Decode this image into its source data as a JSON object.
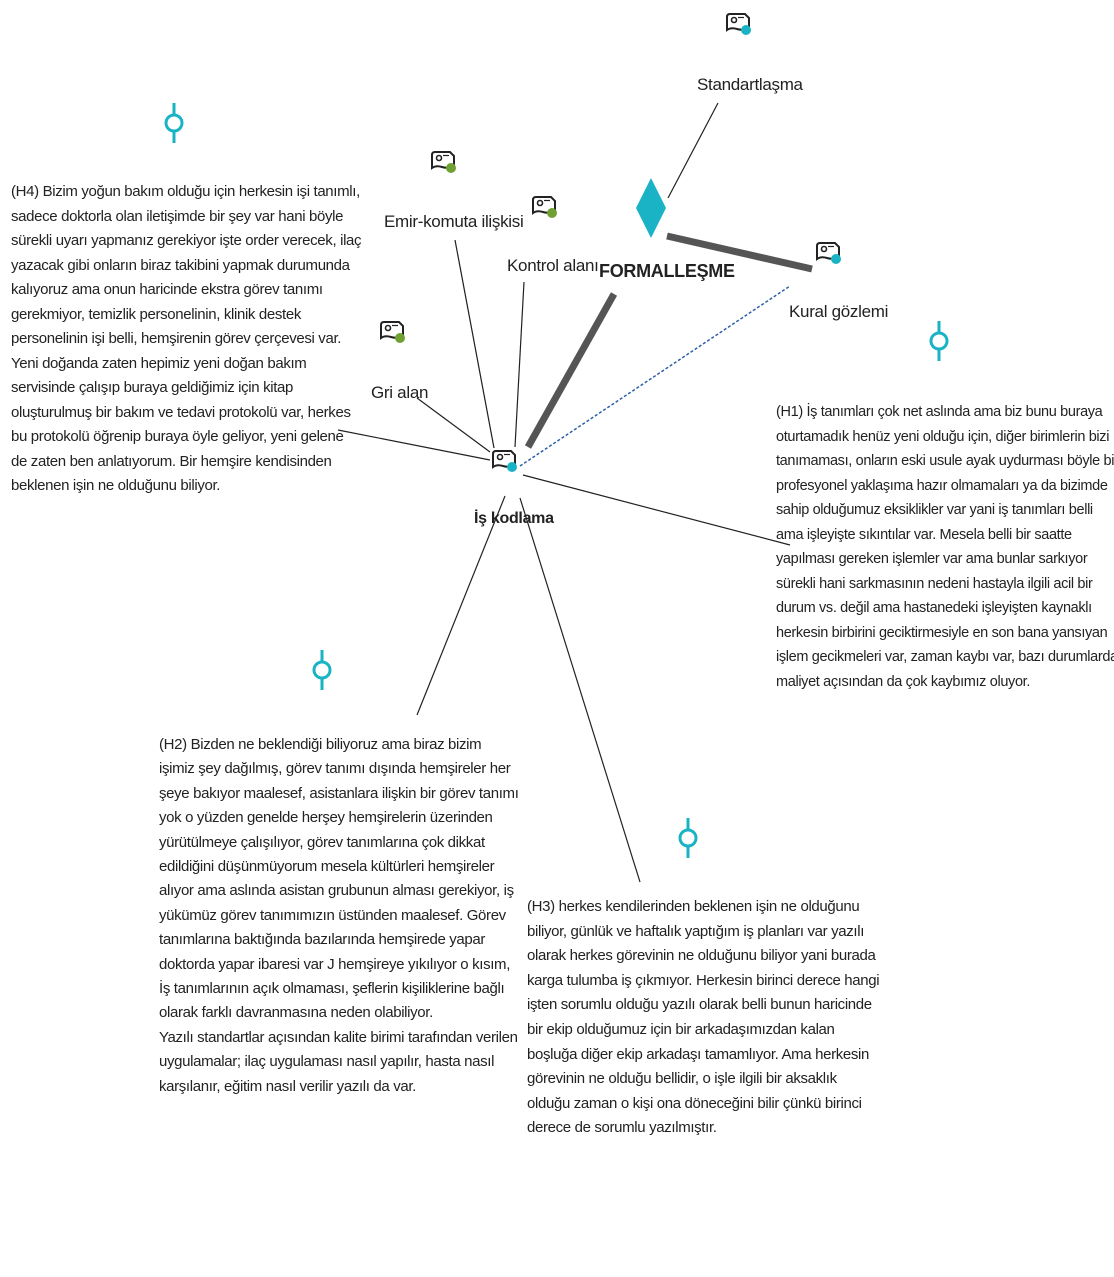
{
  "colors": {
    "concept_green": "#6fa033",
    "concept_teal": "#1ab3c6",
    "diamond": "#1ab3c6",
    "link_dark": "#555555",
    "link_dashed": "#2b5fa8",
    "line": "#222222"
  },
  "nodes": {
    "standartlasma": {
      "label": "Standartlaşma",
      "icon": "code-icon",
      "dot": "teal"
    },
    "emir_komuta": {
      "label": "Emir-komuta ilişkisi",
      "icon": "code-icon",
      "dot": "green"
    },
    "kontrol_alani": {
      "label": "Kontrol alanı",
      "icon": "code-icon",
      "dot": "green"
    },
    "formallesme": {
      "label": "FORMALLEŞME",
      "icon": "diamond-icon"
    },
    "kural_gozlemi": {
      "label": "Kural gözlemi",
      "icon": "code-icon",
      "dot": "teal"
    },
    "gri_alan": {
      "label": "Gri alan",
      "icon": "code-icon",
      "dot": "green"
    },
    "is_kodlama": {
      "label": "İş kodlama",
      "icon": "code-icon",
      "dot": "teal"
    }
  },
  "quotes": {
    "h4": [
      "(H4) Bizim yoğun bakım olduğu için herkesin işi tanımlı,",
      "sadece doktorla olan iletişimde bir şey var hani böyle",
      "sürekli uyarı yapmanız gerekiyor işte order verecek, ilaç",
      "yazacak gibi onların biraz takibini yapmak durumunda",
      "kalıyoruz ama onun haricinde ekstra görev tanımı",
      "gerekmiyor, temizlik personelinin, klinik destek",
      "personelinin işi belli, hemşirenin görev çerçevesi var.",
      "Yeni doğanda zaten hepimiz yeni doğan bakım",
      "servisinde çalışıp buraya geldiğimiz için kitap",
      "oluşturulmuş bir bakım ve tedavi protokolü var, herkes",
      "bu protokolü öğrenip buraya öyle geliyor, yeni gelene",
      "de zaten ben anlatıyorum. Bir hemşire kendisinden",
      "beklenen işin ne olduğunu biliyor."
    ],
    "h1": [
      "(H1) İş tanımları çok net aslında ama biz bunu buraya",
      "oturtamadık henüz yeni olduğu için, diğer birimlerin bizi",
      "tanımaması, onların eski usule ayak uydurması  böyle bir",
      "profesyonel yaklaşıma hazır olmamaları ya da bizimde",
      "sahip olduğumuz eksiklikler var yani iş tanımları belli",
      "ama işleyişte sıkıntılar var. Mesela belli bir saatte",
      "yapılması gereken işlemler var ama bunlar sarkıyor",
      "sürekli hani sarkmasının nedeni hastayla ilgili acil bir",
      "durum vs. değil ama hastanedeki işleyişten kaynaklı",
      "herkesin birbirini geciktirmesiyle en son bana yansıyan",
      "işlem gecikmeleri var, zaman kaybı var, bazı durumlarda",
      "maliyet açısından da çok kaybımız oluyor."
    ],
    "h2": [
      "(H2) Bizden ne beklendiği biliyoruz ama biraz bizim",
      "işimiz şey dağılmış, görev tanımı dışında hemşireler her",
      "şeye bakıyor maalesef, asistanlara ilişkin bir görev tanımı",
      "yok o yüzden genelde herşey hemşirelerin üzerinden",
      "yürütülmeye çalışılıyor, görev tanımlarına çok dikkat",
      "edildiğini düşünmüyorum mesela kültürleri hemşireler",
      "alıyor ama aslında asistan grubunun alması gerekiyor, iş",
      "yükümüz görev tanımımızın üstünden maalesef. Görev",
      "tanımlarına baktığında bazılarında hemşirede yapar",
      "doktorda yapar ibaresi var J hemşireye yıkılıyor o kısım,",
      "İş tanımlarının açık olmaması, şeflerin kişiliklerine bağlı",
      "olarak farklı davranmasına neden olabiliyor.",
      "Yazılı standartlar açısından kalite birimi tarafından verilen",
      "uygulamalar; ilaç uygulaması nasıl yapılır, hasta nasıl",
      "karşılanır, eğitim nasıl verilir yazılı da var."
    ],
    "h3": [
      "(H3) herkes kendilerinden beklenen işin ne olduğunu",
      "biliyor, günlük ve haftalık yaptığım iş planları var yazılı",
      "olarak herkes görevinin ne olduğunu biliyor yani burada",
      "karga tulumba iş çıkmıyor. Herkesin birinci derece hangi",
      "işten sorumlu olduğu yazılı olarak belli bunun haricinde",
      "bir ekip olduğumuz için bir arkadaşımızdan kalan",
      "boşluğa diğer ekip arkadaşı tamamlıyor. Ama herkesin",
      "görevinin ne olduğu bellidir, o işle ilgili bir aksaklık",
      "olduğu zaman o kişi ona döneceğini bilir çünkü birinci",
      "derece de sorumlu yazılmıştır."
    ]
  }
}
